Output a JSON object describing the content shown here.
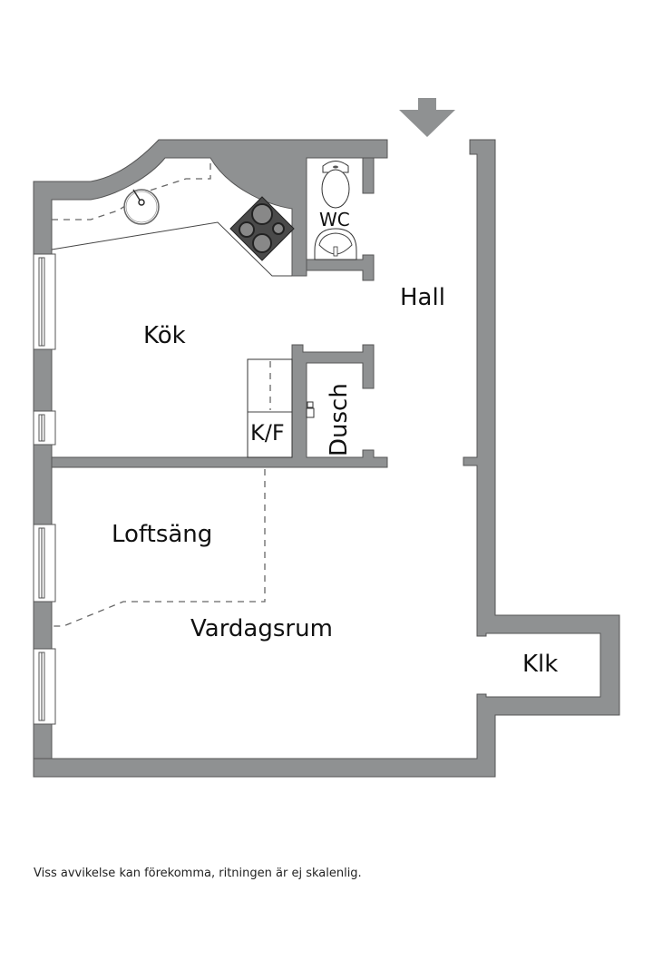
{
  "floorplan": {
    "rooms": {
      "kitchen": "Kök",
      "wc": "WC",
      "hall": "Hall",
      "shower": "Dusch",
      "fridge_freezer": "K/F",
      "loft_bed": "Loftsäng",
      "living_room": "Vardagsrum",
      "closet": "Klk"
    },
    "icons": {
      "entrance": "entrance-arrow-icon",
      "stove": "stove-icon",
      "sink": "sink-icon",
      "toilet": "toilet-icon",
      "washbasin": "washbasin-icon",
      "shower_tap": "shower-tap-icon",
      "window": "window-icon"
    },
    "colors": {
      "wall": "#8f9192",
      "stove": "#4a4a4a",
      "background": "#ffffff"
    }
  },
  "footer": {
    "disclaimer": "Viss avvikelse kan förekomma, ritningen är ej skalenlig."
  }
}
